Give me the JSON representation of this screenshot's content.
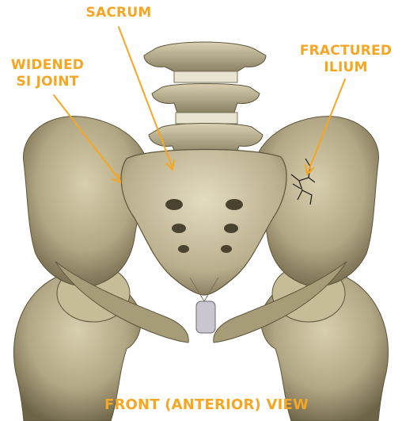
{
  "labels": {
    "sacrum": "SACRUM",
    "widened_si_joint": [
      "WIDENED",
      "SI JOINT"
    ],
    "fractured_ilium": [
      "FRACTURED",
      "ILIUM"
    ],
    "view": "FRONT (ANTERIOR) VIEW"
  },
  "colors": {
    "label": "#f5a623",
    "bone": "#b8ad8a",
    "bone_shadow": "#6f6548",
    "fracture": "#1a1a1a",
    "background": "#ffffff"
  }
}
